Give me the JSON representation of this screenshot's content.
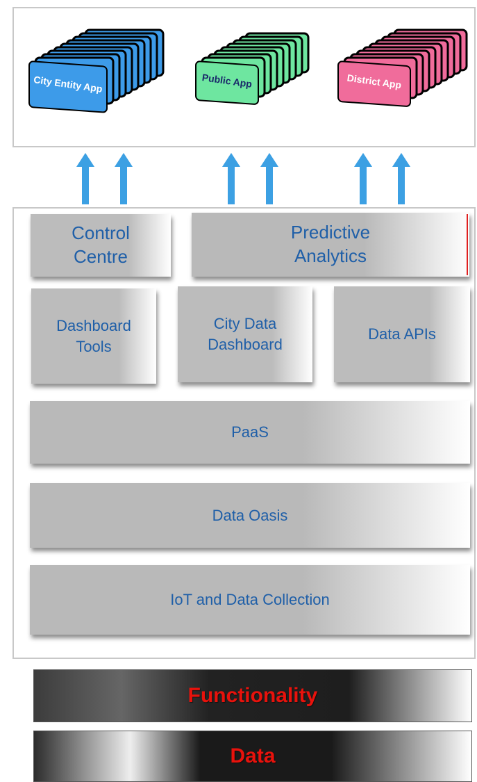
{
  "apps": [
    {
      "label": "City Entity App",
      "color": "#3d9be9"
    },
    {
      "label": "Public App",
      "color": "#6ee6a0"
    },
    {
      "label": "District App",
      "color": "#f06c9b"
    }
  ],
  "arrow_color": "#3ca0e3",
  "capabilities": {
    "control_centre": "Control Centre",
    "predictive_analytics": "Predictive Analytics",
    "dashboard_tools": "Dashboard Tools",
    "city_data_dashboard": "City Data Dashboard",
    "data_apis": "Data APIs"
  },
  "layers": {
    "paas": "PaaS",
    "data_oasis": "Data Oasis",
    "iot": "IoT and Data Collection"
  },
  "bars": {
    "functionality": "Functionality",
    "data": "Data"
  },
  "colors": {
    "box_text": "#1f5fa8",
    "bar_text": "#e8120c"
  }
}
